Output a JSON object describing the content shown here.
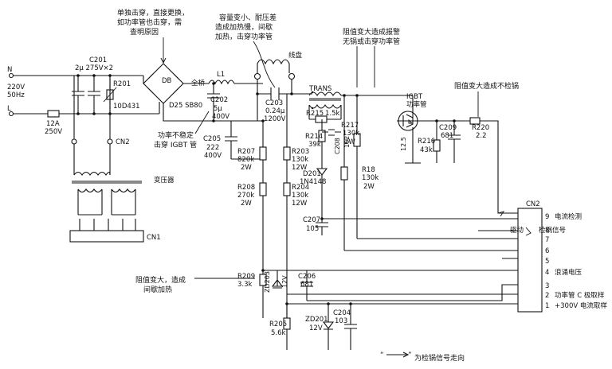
{
  "input": {
    "n": "N",
    "l": "L",
    "voltage": "220V",
    "freq": "50Hz"
  },
  "fuse": {
    "value": "12A",
    "rating": "250V"
  },
  "c201": {
    "name": "C201",
    "value": "2μ  275V×2"
  },
  "r201": {
    "name": "R201",
    "part": "10D431"
  },
  "db": {
    "name": "DB",
    "bridge": "全桥",
    "part": "D25 SB80"
  },
  "l1": {
    "name": "L1"
  },
  "c202": {
    "name": "C202",
    "value": "5μ",
    "voltage": "400V"
  },
  "c203": {
    "name": "C203",
    "value": "0.24μ",
    "voltage": "1200V"
  },
  "c205": {
    "name": "C205",
    "value": "222",
    "voltage": "400V"
  },
  "r207": {
    "name": "R207",
    "value": "820k",
    "power": "2W"
  },
  "r208": {
    "name": "R208",
    "value": "270k",
    "power": "2W"
  },
  "r203": {
    "name": "R203",
    "value": "130k",
    "power": "12W"
  },
  "r204": {
    "name": "R204",
    "value": "130k",
    "power": "12W"
  },
  "coil": {
    "name": "线盘"
  },
  "trans": {
    "name": "TRANS"
  },
  "r215": {
    "name": "R215",
    "value": "1.5k"
  },
  "r214": {
    "name": "R214",
    "value": "39k"
  },
  "c208": {
    "name": "C208",
    "value": "102"
  },
  "r217": {
    "name": "R217",
    "value": "130k",
    "power": "2W"
  },
  "r18": {
    "name": "R18",
    "value": "130k",
    "power": "2W"
  },
  "d201": {
    "name": "D201",
    "part": "1N4148"
  },
  "c207": {
    "name": "C207",
    "value": "105"
  },
  "igbt": {
    "name": "IGBT",
    "label": "功率管",
    "value": "12.5"
  },
  "c209": {
    "name": "C209",
    "value": "681"
  },
  "r216": {
    "name": "R216",
    "value": "43k"
  },
  "r220": {
    "name": "R220",
    "value": "2.2"
  },
  "transformer": {
    "name": "变压器"
  },
  "cn1": {
    "name": "CN1"
  },
  "cn2_left": {
    "name": "CN2"
  },
  "cn2": {
    "name": "CN2"
  },
  "r209": {
    "name": "R209",
    "value": "3.3k"
  },
  "zd203": {
    "name": "ZD203",
    "value": "12V"
  },
  "c206": {
    "name": "C206",
    "value": "681"
  },
  "r205": {
    "name": "R205",
    "value": "5.6k"
  },
  "zd201": {
    "name": "ZD201",
    "value": "12V"
  },
  "c204": {
    "name": "C204",
    "value": "103"
  },
  "annotations": {
    "a1": [
      "单独击穿，直接更换，",
      "如功率管也击穿，需",
      "查明原因"
    ],
    "a2": [
      "容量变小、耐压差",
      "造成加热慢，间歇",
      "加热，击穿功率管"
    ],
    "a3": [
      "阻值变大造成报警",
      "无锅或击穿功率管"
    ],
    "a4": "阻值变大造成不检锅",
    "a5": [
      "功率不稳定",
      "击穿 IGBT 管"
    ],
    "a6": [
      "阻值变大，造成",
      "间歇加热"
    ],
    "legend": "为检锅信号走向"
  },
  "pins": [
    {
      "num": "9",
      "label": "电流检测"
    },
    {
      "num": "8",
      "label": "检锅信号"
    },
    {
      "num": "7",
      "label": ""
    },
    {
      "num": "6",
      "label": ""
    },
    {
      "num": "5",
      "label": ""
    },
    {
      "num": "4",
      "label": "浪涌电压"
    },
    {
      "num": "3",
      "label": ""
    },
    {
      "num": "2",
      "label": "功率管 C 极取样"
    },
    {
      "num": "1",
      "label": "+300V 电流取样"
    }
  ],
  "drive": "驱动"
}
